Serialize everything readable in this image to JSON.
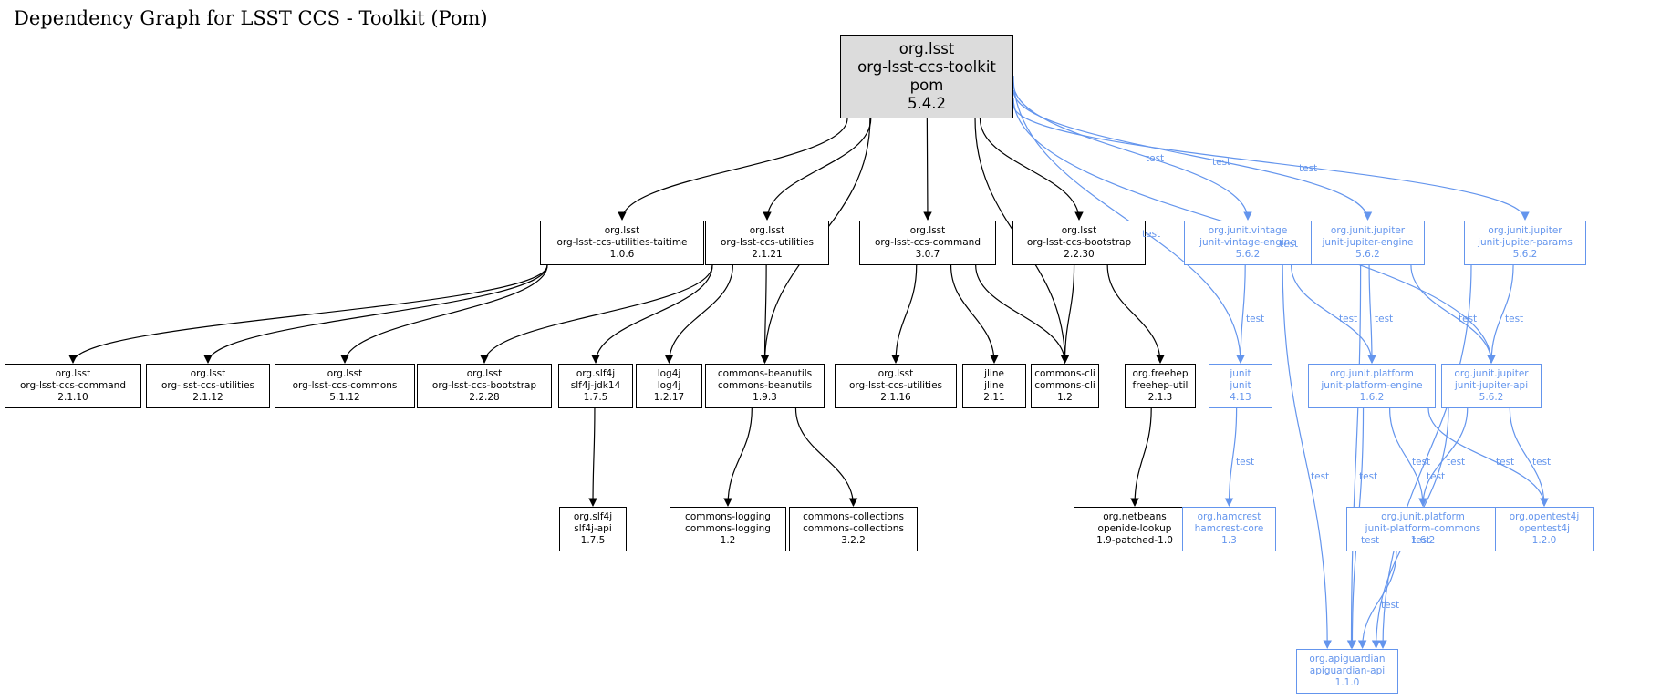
{
  "title": "Dependency Graph for LSST CCS - Toolkit (Pom)",
  "colors": {
    "compile": "#000000",
    "test": "#6495ed",
    "root_fill": "#dcdcdc"
  },
  "root": {
    "group": "org.lsst",
    "artifact": "org-lsst-ccs-toolkit",
    "packaging": "pom",
    "version": "5.4.2"
  },
  "nodes": [
    {
      "id": "taitime",
      "lines": [
        "org.lsst",
        "org-lsst-ccs-utilities-taitime",
        "1.0.6"
      ],
      "scope": "compile"
    },
    {
      "id": "utils2121",
      "lines": [
        "org.lsst",
        "org-lsst-ccs-utilities",
        "2.1.21"
      ],
      "scope": "compile"
    },
    {
      "id": "command307",
      "lines": [
        "org.lsst",
        "org-lsst-ccs-command",
        "3.0.7"
      ],
      "scope": "compile"
    },
    {
      "id": "bootstrap2230",
      "lines": [
        "org.lsst",
        "org-lsst-ccs-bootstrap",
        "2.2.30"
      ],
      "scope": "compile"
    },
    {
      "id": "vintage",
      "lines": [
        "org.junit.vintage",
        "junit-vintage-engine",
        "5.6.2"
      ],
      "scope": "test"
    },
    {
      "id": "jupiterengine",
      "lines": [
        "org.junit.jupiter",
        "junit-jupiter-engine",
        "5.6.2"
      ],
      "scope": "test"
    },
    {
      "id": "jupiterparams",
      "lines": [
        "org.junit.jupiter",
        "junit-jupiter-params",
        "5.6.2"
      ],
      "scope": "test"
    },
    {
      "id": "command2110",
      "lines": [
        "org.lsst",
        "org-lsst-ccs-command",
        "2.1.10"
      ],
      "scope": "compile"
    },
    {
      "id": "utils2112",
      "lines": [
        "org.lsst",
        "org-lsst-ccs-utilities",
        "2.1.12"
      ],
      "scope": "compile"
    },
    {
      "id": "commons5112",
      "lines": [
        "org.lsst",
        "org-lsst-ccs-commons",
        "5.1.12"
      ],
      "scope": "compile"
    },
    {
      "id": "bootstrap2228",
      "lines": [
        "org.lsst",
        "org-lsst-ccs-bootstrap",
        "2.2.28"
      ],
      "scope": "compile"
    },
    {
      "id": "slf4jjdk14",
      "lines": [
        "org.slf4j",
        "slf4j-jdk14",
        "1.7.5"
      ],
      "scope": "compile"
    },
    {
      "id": "log4j",
      "lines": [
        "log4j",
        "log4j",
        "1.2.17"
      ],
      "scope": "compile"
    },
    {
      "id": "beanutils",
      "lines": [
        "commons-beanutils",
        "commons-beanutils",
        "1.9.3"
      ],
      "scope": "compile"
    },
    {
      "id": "utils2116",
      "lines": [
        "org.lsst",
        "org-lsst-ccs-utilities",
        "2.1.16"
      ],
      "scope": "compile"
    },
    {
      "id": "jline",
      "lines": [
        "jline",
        "jline",
        "2.11"
      ],
      "scope": "compile"
    },
    {
      "id": "commonscli",
      "lines": [
        "commons-cli",
        "commons-cli",
        "1.2"
      ],
      "scope": "compile"
    },
    {
      "id": "freehep",
      "lines": [
        "org.freehep",
        "freehep-util",
        "2.1.3"
      ],
      "scope": "compile"
    },
    {
      "id": "junit",
      "lines": [
        "junit",
        "junit",
        "4.13"
      ],
      "scope": "test"
    },
    {
      "id": "platformengine",
      "lines": [
        "org.junit.platform",
        "junit-platform-engine",
        "1.6.2"
      ],
      "scope": "test"
    },
    {
      "id": "jupiterapi",
      "lines": [
        "org.junit.jupiter",
        "junit-jupiter-api",
        "5.6.2"
      ],
      "scope": "test"
    },
    {
      "id": "slf4japi",
      "lines": [
        "org.slf4j",
        "slf4j-api",
        "1.7.5"
      ],
      "scope": "compile"
    },
    {
      "id": "logging",
      "lines": [
        "commons-logging",
        "commons-logging",
        "1.2"
      ],
      "scope": "compile"
    },
    {
      "id": "collections",
      "lines": [
        "commons-collections",
        "commons-collections",
        "3.2.2"
      ],
      "scope": "compile"
    },
    {
      "id": "openide",
      "lines": [
        "org.netbeans",
        "openide-lookup",
        "1.9-patched-1.0"
      ],
      "scope": "compile"
    },
    {
      "id": "hamcrest",
      "lines": [
        "org.hamcrest",
        "hamcrest-core",
        "1.3"
      ],
      "scope": "test"
    },
    {
      "id": "platformcommons",
      "lines": [
        "org.junit.platform",
        "junit-platform-commons",
        "1.6.2"
      ],
      "scope": "test"
    },
    {
      "id": "opentest4j",
      "lines": [
        "org.opentest4j",
        "opentest4j",
        "1.2.0"
      ],
      "scope": "test"
    },
    {
      "id": "apiguardian",
      "lines": [
        "org.apiguardian",
        "apiguardian-api",
        "1.1.0"
      ],
      "scope": "test"
    }
  ],
  "edges": [
    {
      "from": "root",
      "to": "taitime",
      "scope": "compile"
    },
    {
      "from": "root",
      "to": "utils2121",
      "scope": "compile"
    },
    {
      "from": "root",
      "to": "beanutils",
      "scope": "compile"
    },
    {
      "from": "root",
      "to": "command307",
      "scope": "compile"
    },
    {
      "from": "root",
      "to": "commonscli",
      "scope": "compile"
    },
    {
      "from": "root",
      "to": "bootstrap2230",
      "scope": "compile"
    },
    {
      "from": "root",
      "to": "junit",
      "scope": "test",
      "label": "test"
    },
    {
      "from": "root",
      "to": "vintage",
      "scope": "test",
      "label": "test"
    },
    {
      "from": "root",
      "to": "jupiterengine",
      "scope": "test",
      "label": "test"
    },
    {
      "from": "root",
      "to": "jupiterapi",
      "scope": "test",
      "label": "test"
    },
    {
      "from": "root",
      "to": "jupiterparams",
      "scope": "test",
      "label": "test"
    },
    {
      "from": "taitime",
      "to": "command2110",
      "scope": "compile"
    },
    {
      "from": "taitime",
      "to": "utils2112",
      "scope": "compile"
    },
    {
      "from": "taitime",
      "to": "commons5112",
      "scope": "compile"
    },
    {
      "from": "utils2121",
      "to": "bootstrap2228",
      "scope": "compile"
    },
    {
      "from": "utils2121",
      "to": "slf4jjdk14",
      "scope": "compile"
    },
    {
      "from": "utils2121",
      "to": "log4j",
      "scope": "compile"
    },
    {
      "from": "utils2121",
      "to": "beanutils",
      "scope": "compile"
    },
    {
      "from": "command307",
      "to": "utils2116",
      "scope": "compile"
    },
    {
      "from": "command307",
      "to": "jline",
      "scope": "compile"
    },
    {
      "from": "command307",
      "to": "commonscli",
      "scope": "compile"
    },
    {
      "from": "bootstrap2230",
      "to": "commonscli",
      "scope": "compile"
    },
    {
      "from": "bootstrap2230",
      "to": "freehep",
      "scope": "compile"
    },
    {
      "from": "vintage",
      "to": "junit",
      "scope": "test",
      "label": "test"
    },
    {
      "from": "vintage",
      "to": "platformengine",
      "scope": "test",
      "label": "test"
    },
    {
      "from": "vintage",
      "to": "apiguardian",
      "scope": "test",
      "label": "test"
    },
    {
      "from": "jupiterengine",
      "to": "platformengine",
      "scope": "test",
      "label": "test"
    },
    {
      "from": "jupiterengine",
      "to": "jupiterapi",
      "scope": "test",
      "label": "test"
    },
    {
      "from": "jupiterengine",
      "to": "apiguardian",
      "scope": "test",
      "label": "test"
    },
    {
      "from": "jupiterparams",
      "to": "jupiterapi",
      "scope": "test",
      "label": "test"
    },
    {
      "from": "jupiterparams",
      "to": "apiguardian",
      "scope": "test",
      "label": "test"
    },
    {
      "from": "slf4jjdk14",
      "to": "slf4japi",
      "scope": "compile"
    },
    {
      "from": "beanutils",
      "to": "logging",
      "scope": "compile"
    },
    {
      "from": "beanutils",
      "to": "collections",
      "scope": "compile"
    },
    {
      "from": "freehep",
      "to": "openide",
      "scope": "compile"
    },
    {
      "from": "junit",
      "to": "hamcrest",
      "scope": "test",
      "label": "test"
    },
    {
      "from": "platformengine",
      "to": "platformcommons",
      "scope": "test",
      "label": "test"
    },
    {
      "from": "platformengine",
      "to": "opentest4j",
      "scope": "test",
      "label": "test"
    },
    {
      "from": "platformengine",
      "to": "apiguardian",
      "scope": "test",
      "label": "test"
    },
    {
      "from": "jupiterapi",
      "to": "platformcommons",
      "scope": "test",
      "label": "test"
    },
    {
      "from": "jupiterapi",
      "to": "opentest4j",
      "scope": "test",
      "label": "test"
    },
    {
      "from": "jupiterapi",
      "to": "apiguardian",
      "scope": "test",
      "label": "test"
    },
    {
      "from": "platformcommons",
      "to": "apiguardian",
      "scope": "test",
      "label": "test"
    }
  ]
}
